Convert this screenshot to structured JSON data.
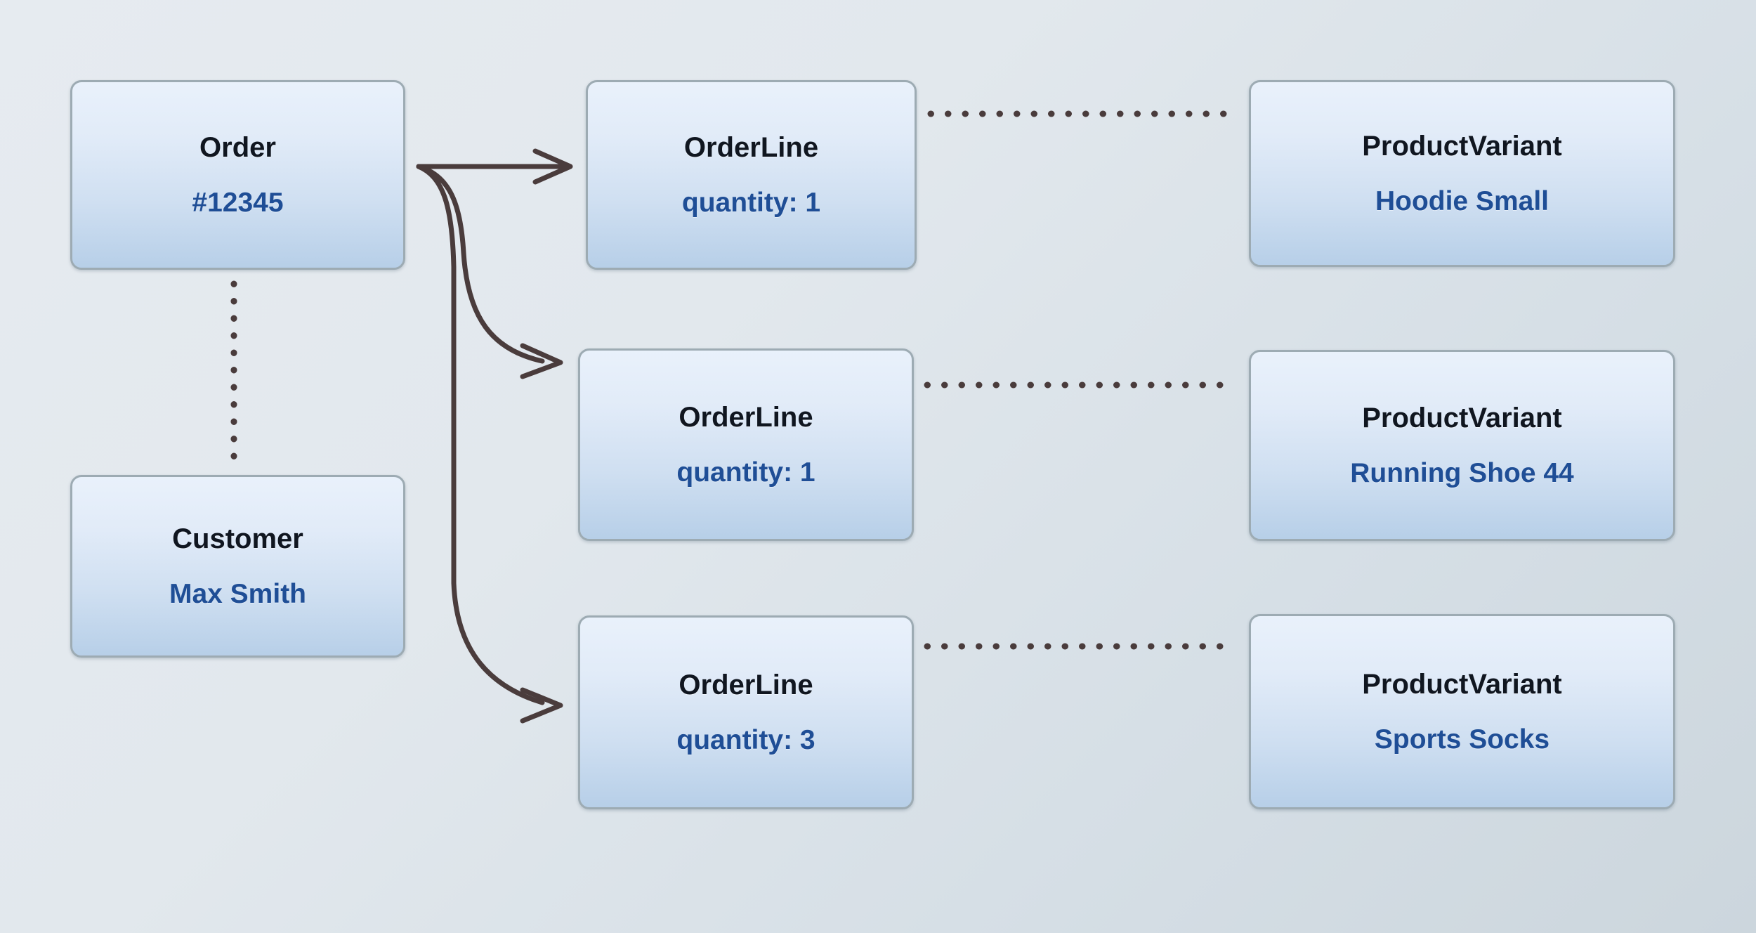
{
  "diagram": {
    "type": "entity-relationship-instance-diagram",
    "background_color": "#e2e8ed",
    "node_fill_top": "#e9f1fb",
    "node_fill_bottom": "#b7cfe8",
    "node_border_color": "#9dabb3",
    "title_color": "#101620",
    "subtitle_color": "#1f4e96",
    "connector_color": "#4a3c3c"
  },
  "nodes": {
    "order": {
      "title": "Order",
      "subtitle": "#12345"
    },
    "customer": {
      "title": "Customer",
      "subtitle": "Max Smith"
    },
    "order_lines": [
      {
        "title": "OrderLine",
        "subtitle": "quantity: 1"
      },
      {
        "title": "OrderLine",
        "subtitle": "quantity: 1"
      },
      {
        "title": "OrderLine",
        "subtitle": "quantity: 3"
      }
    ],
    "product_variants": [
      {
        "title": "ProductVariant",
        "subtitle": "Hoodie Small"
      },
      {
        "title": "ProductVariant",
        "subtitle": "Running Shoe 44"
      },
      {
        "title": "ProductVariant",
        "subtitle": "Sports Socks"
      }
    ]
  },
  "connectors": {
    "order_to_orderline_1": {
      "style": "arrow",
      "shape": "straight"
    },
    "order_to_orderline_2": {
      "style": "arrow",
      "shape": "curved"
    },
    "order_to_orderline_3": {
      "style": "arrow",
      "shape": "curved"
    },
    "order_to_customer": {
      "style": "dotted",
      "shape": "vertical"
    },
    "orderline_1_to_variant_1": {
      "style": "dotted",
      "shape": "horizontal"
    },
    "orderline_2_to_variant_2": {
      "style": "dotted",
      "shape": "horizontal"
    },
    "orderline_3_to_variant_3": {
      "style": "dotted",
      "shape": "horizontal"
    }
  }
}
